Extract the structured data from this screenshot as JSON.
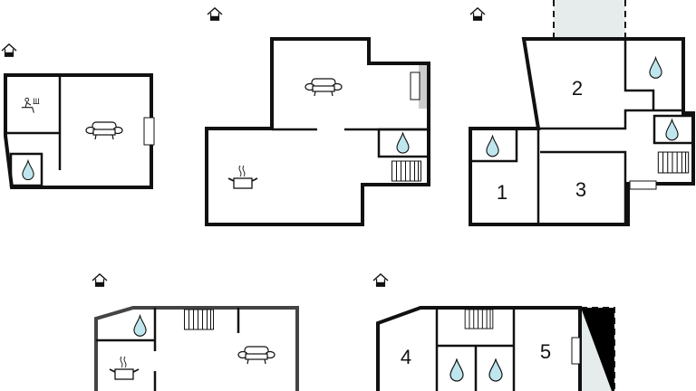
{
  "floor_plans": [
    {
      "id": "plan-a",
      "rooms": [],
      "icons": [
        "entrance-icon",
        "sauna-icon",
        "sofa-icon",
        "water-drop-icon",
        "window-icon"
      ]
    },
    {
      "id": "plan-b",
      "rooms": [],
      "icons": [
        "entrance-icon",
        "sofa-icon",
        "cooking-pot-icon",
        "water-drop-icon",
        "stairs-icon",
        "window-icon"
      ]
    },
    {
      "id": "plan-c",
      "rooms": [
        {
          "label": "1"
        },
        {
          "label": "2"
        },
        {
          "label": "3"
        }
      ],
      "icons": [
        "entrance-icon",
        "water-drop-icon",
        "stairs-icon",
        "window-icon"
      ]
    },
    {
      "id": "plan-d",
      "rooms": [],
      "icons": [
        "entrance-icon",
        "sofa-icon",
        "cooking-pot-icon",
        "water-drop-icon",
        "stairs-icon"
      ]
    },
    {
      "id": "plan-e",
      "rooms": [
        {
          "label": "4"
        },
        {
          "label": "5"
        }
      ],
      "icons": [
        "entrance-icon",
        "water-drop-icon",
        "stairs-icon",
        "window-icon"
      ]
    }
  ],
  "colors": {
    "wall": "#111111",
    "water": "#bfe6ee",
    "terrace": "#e6ecec"
  }
}
